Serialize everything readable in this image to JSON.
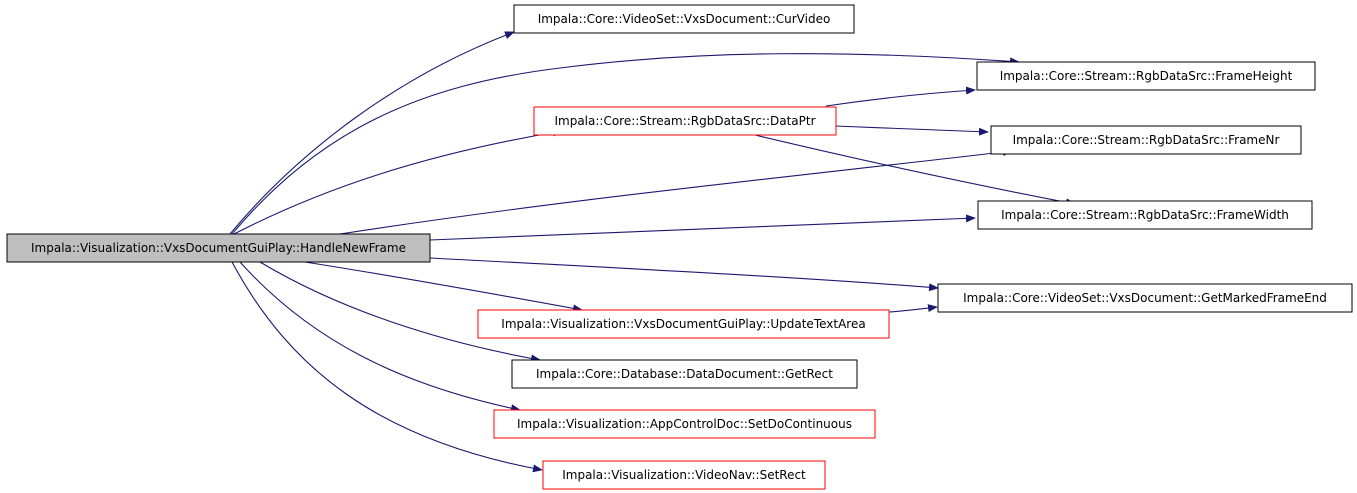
{
  "colors": {
    "edge": "#191970",
    "root_fill": "#bfbfbf",
    "black_border": "#000000",
    "red_border": "#ff0000",
    "box_fill": "#ffffff"
  },
  "nodes": [
    {
      "id": "handle-new-frame",
      "label": "Impala::Visualization::VxsDocumentGuiPlay::HandleNewFrame",
      "style": "root"
    },
    {
      "id": "cur-video",
      "label": "Impala::Core::VideoSet::VxsDocument::CurVideo",
      "style": "black"
    },
    {
      "id": "frame-height",
      "label": "Impala::Core::Stream::RgbDataSrc::FrameHeight",
      "style": "black"
    },
    {
      "id": "data-ptr",
      "label": "Impala::Core::Stream::RgbDataSrc::DataPtr",
      "style": "red"
    },
    {
      "id": "frame-nr",
      "label": "Impala::Core::Stream::RgbDataSrc::FrameNr",
      "style": "black"
    },
    {
      "id": "frame-width",
      "label": "Impala::Core::Stream::RgbDataSrc::FrameWidth",
      "style": "black"
    },
    {
      "id": "get-marked-frame-end",
      "label": "Impala::Core::VideoSet::VxsDocument::GetMarkedFrameEnd",
      "style": "black"
    },
    {
      "id": "update-text-area",
      "label": "Impala::Visualization::VxsDocumentGuiPlay::UpdateTextArea",
      "style": "red"
    },
    {
      "id": "get-rect",
      "label": "Impala::Core::Database::DataDocument::GetRect",
      "style": "black"
    },
    {
      "id": "set-do-continuous",
      "label": "Impala::Visualization::AppControlDoc::SetDoContinuous",
      "style": "red"
    },
    {
      "id": "set-rect",
      "label": "Impala::Visualization::VideoNav::SetRect",
      "style": "red"
    }
  ],
  "edges": [
    {
      "from": "handle-new-frame",
      "to": "cur-video"
    },
    {
      "from": "handle-new-frame",
      "to": "frame-height"
    },
    {
      "from": "handle-new-frame",
      "to": "data-ptr"
    },
    {
      "from": "handle-new-frame",
      "to": "frame-nr"
    },
    {
      "from": "handle-new-frame",
      "to": "frame-width"
    },
    {
      "from": "handle-new-frame",
      "to": "get-marked-frame-end"
    },
    {
      "from": "handle-new-frame",
      "to": "update-text-area"
    },
    {
      "from": "handle-new-frame",
      "to": "get-rect"
    },
    {
      "from": "handle-new-frame",
      "to": "set-do-continuous"
    },
    {
      "from": "handle-new-frame",
      "to": "set-rect"
    },
    {
      "from": "data-ptr",
      "to": "frame-height"
    },
    {
      "from": "data-ptr",
      "to": "frame-nr"
    },
    {
      "from": "data-ptr",
      "to": "frame-width"
    },
    {
      "from": "update-text-area",
      "to": "get-marked-frame-end"
    }
  ]
}
